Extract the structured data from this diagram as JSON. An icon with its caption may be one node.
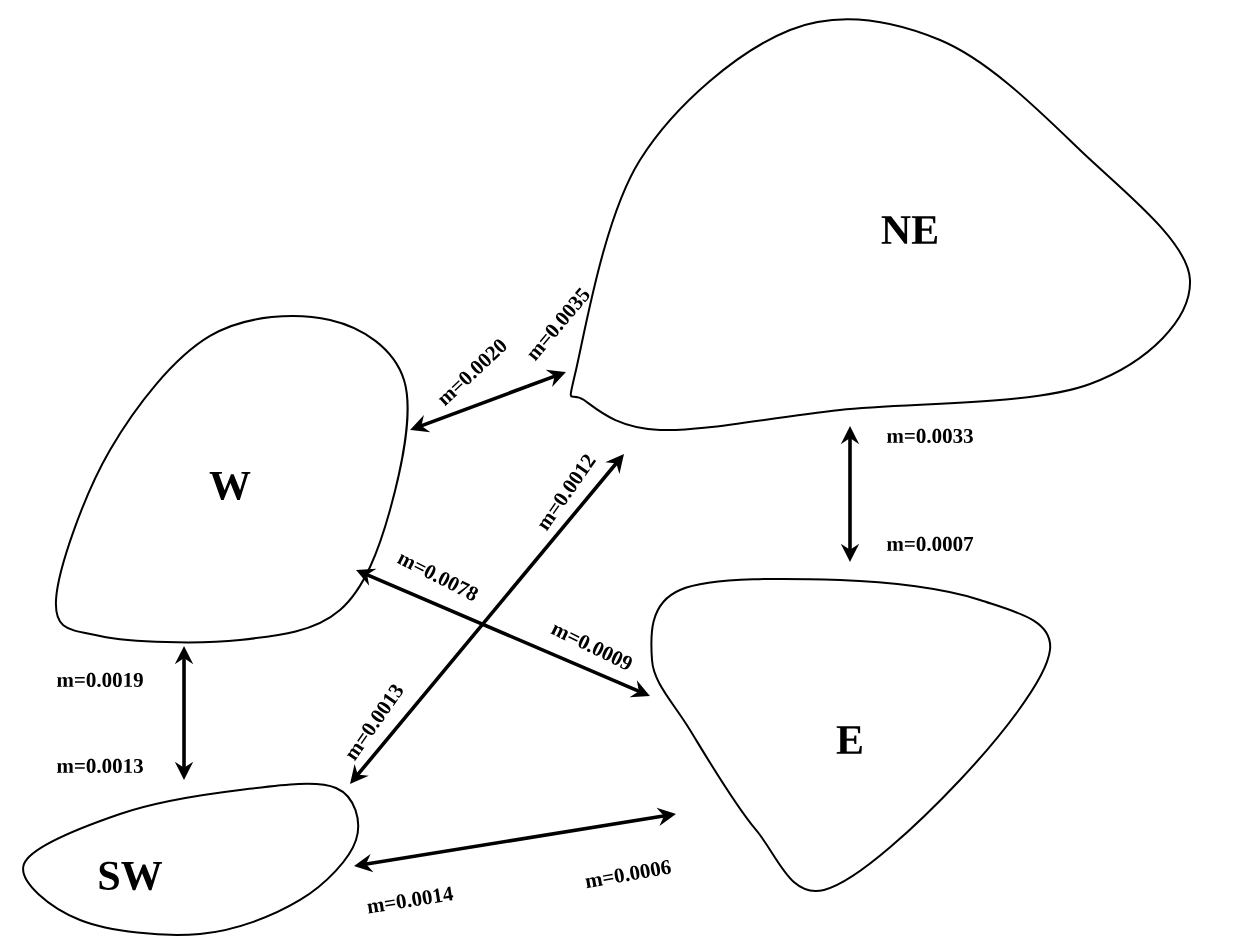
{
  "diagram": {
    "nodes": [
      {
        "text": [
          "NE"
        ]
      },
      {
        "text": [
          "W"
        ]
      },
      {
        "text": [
          "E"
        ]
      },
      {
        "text": [
          "SW"
        ]
      }
    ],
    "edges": [
      {
        "from": 1,
        "to": 0,
        "arrow": "both"
      },
      {
        "from": 0,
        "to": 2,
        "arrow": "both"
      },
      {
        "from": 1,
        "to": 3,
        "arrow": "both"
      },
      {
        "from": 3,
        "to": 0,
        "arrow": "both"
      },
      {
        "from": 1,
        "to": 2,
        "arrow": "both"
      },
      {
        "from": 3,
        "to": 2,
        "arrow": "both"
      }
    ],
    "labels": [
      "m=0.0020",
      "m=0.0035",
      "m=0.0033",
      "m=0.0012",
      "m=0.0007",
      "m=0.0078",
      "m=0.0009",
      "m=0.0019",
      "m=0.0013",
      "m=0.0013",
      "m=0.0006",
      "m=0.0014"
    ]
  }
}
